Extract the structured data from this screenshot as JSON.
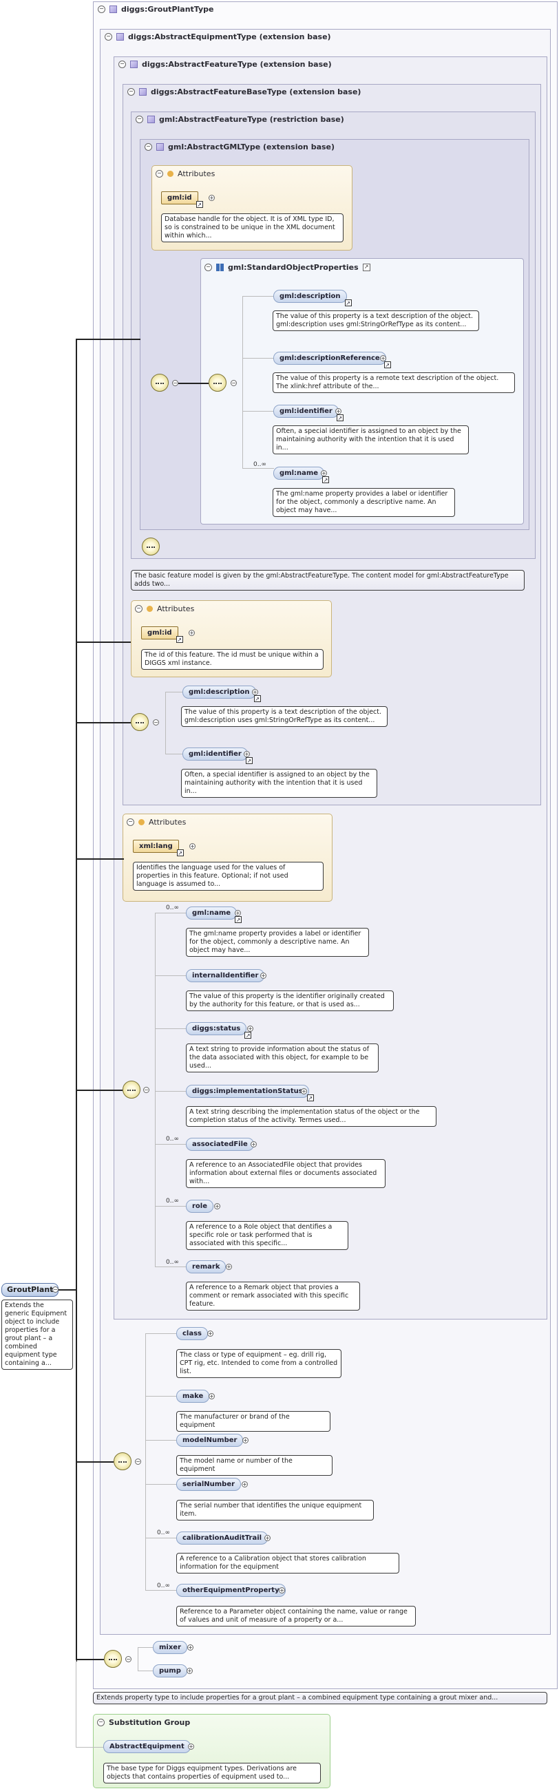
{
  "root": {
    "name": "GroutPlant",
    "doc": "Extends the generic Equipment object to include properties for a grout plant – a combined equipment type containing a..."
  },
  "types": {
    "t0": {
      "title": "diggs:GroutPlantType"
    },
    "t1": {
      "title": "diggs:AbstractEquipmentType (extension base)"
    },
    "t2": {
      "title": "diggs:AbstractFeatureType (extension base)"
    },
    "t3": {
      "title": "diggs:AbstractFeatureBaseType (extension base)"
    },
    "t4": {
      "title": "gml:AbstractFeatureType (restriction base)"
    },
    "t5": {
      "title": "gml:AbstractGMLType (extension base)"
    }
  },
  "attributes_label": "Attributes",
  "gml_abstract_gml": {
    "attr_id": {
      "name": "gml:id",
      "doc": "Database handle for the object. It is of XML type ID, so is constrained to be unique in the XML document within which..."
    },
    "group_title": "gml:StandardObjectProperties",
    "elements": [
      {
        "name": "gml:description",
        "card": "",
        "doc": "The value of this property is a text description of the object. gml:description uses gml:StringOrRefType as its content..."
      },
      {
        "name": "gml:descriptionReference",
        "card": "",
        "doc": "The value of this property is a remote text description of the object. The xlink:href attribute of the..."
      },
      {
        "name": "gml:identifier",
        "card": "",
        "doc": "Often, a special identifier is assigned to an object by the maintaining authority with the intention that it is used in..."
      },
      {
        "name": "gml:name",
        "card": "0..∞",
        "doc": "The gml:name property provides a label or identifier for the object, commonly a descriptive name. An object may have..."
      }
    ]
  },
  "gml_feature_doc": "The basic feature model is given by the gml:AbstractFeatureType. The content model for gml:AbstractFeatureType adds two...",
  "feature_base": {
    "attr_id": {
      "name": "gml:id",
      "doc": "The id of this feature. The id must be unique within a DIGGS xml instance."
    },
    "elements": [
      {
        "name": "gml:description",
        "doc": "The value of this property is a text description of the object. gml:description uses gml:StringOrRefType as its content..."
      },
      {
        "name": "gml:identifier",
        "doc": "Often, a special identifier is assigned to an object by the maintaining authority with the intention that it is used in..."
      }
    ]
  },
  "feature": {
    "attr_lang": {
      "name": "xml:lang",
      "doc": "Identifies the language used for the values of properties in this feature. Optional; if not used language is assumed to..."
    },
    "elements": [
      {
        "name": "gml:name",
        "card": "0..∞",
        "doc": "The gml:name property provides a label or identifier for the object, commonly a descriptive name. An object may have..."
      },
      {
        "name": "internalIdentifier",
        "card": "",
        "doc": "The value of this property is the identifier originally created by the authority for this feature, or that is used as..."
      },
      {
        "name": "diggs:status",
        "card": "",
        "doc": "A text string to provide information about the status of the data associated with this object, for example to be used..."
      },
      {
        "name": "diggs:implementationStatus",
        "card": "",
        "doc": "A text string describing the implementation status of the object or the completion status of the activity. Termes used..."
      },
      {
        "name": "associatedFile",
        "card": "0..∞",
        "doc": "A reference to an AssociatedFile object that provides information about external files or documents associated with..."
      },
      {
        "name": "role",
        "card": "0..∞",
        "doc": "A reference to a Role object that dentifies a specific role or task performed that is associated with this specific..."
      },
      {
        "name": "remark",
        "card": "0..∞",
        "doc": "A reference to a Remark object that provies a comment or remark associated with this specific feature."
      }
    ]
  },
  "equipment": {
    "elements": [
      {
        "name": "class",
        "card": "",
        "doc": "The class or type of equipment – eg. drill rig, CPT rig, etc. Intended to come from a controlled list."
      },
      {
        "name": "make",
        "card": "",
        "doc": "The manufacturer or brand of the equipment"
      },
      {
        "name": "modelNumber",
        "card": "",
        "doc": "The model name or number of the equipment"
      },
      {
        "name": "serialNumber",
        "card": "",
        "doc": "The serial number that identifies the unique equipment item."
      },
      {
        "name": "calibrationAuditTrail",
        "card": "0..∞",
        "doc": "A reference to a Calibration object that stores calibration information for the equipment"
      },
      {
        "name": "otherEquipmentProperty",
        "card": "0..∞",
        "doc": "Reference to a Parameter object containing the name, value or range of values and unit of measure of a property or a..."
      }
    ]
  },
  "grout": {
    "elements": [
      {
        "name": "mixer"
      },
      {
        "name": "pump"
      }
    ],
    "doc": "Extends property type to include properties for a grout plant – a combined equipment type containing a grout mixer and..."
  },
  "substitution": {
    "title": "Substitution Group",
    "element": "AbstractEquipment",
    "doc": "The base type for Diggs equipment types. Derivations are objects that contains properties of equipment used to..."
  },
  "colors": {
    "type_bg_1": "#f7f7fb",
    "type_bg_deep": "#dcdcec",
    "attr_bg": "#f6ebcf",
    "elem_bg": "#c7d5ec",
    "subst_bg": "#e3f3d8"
  }
}
